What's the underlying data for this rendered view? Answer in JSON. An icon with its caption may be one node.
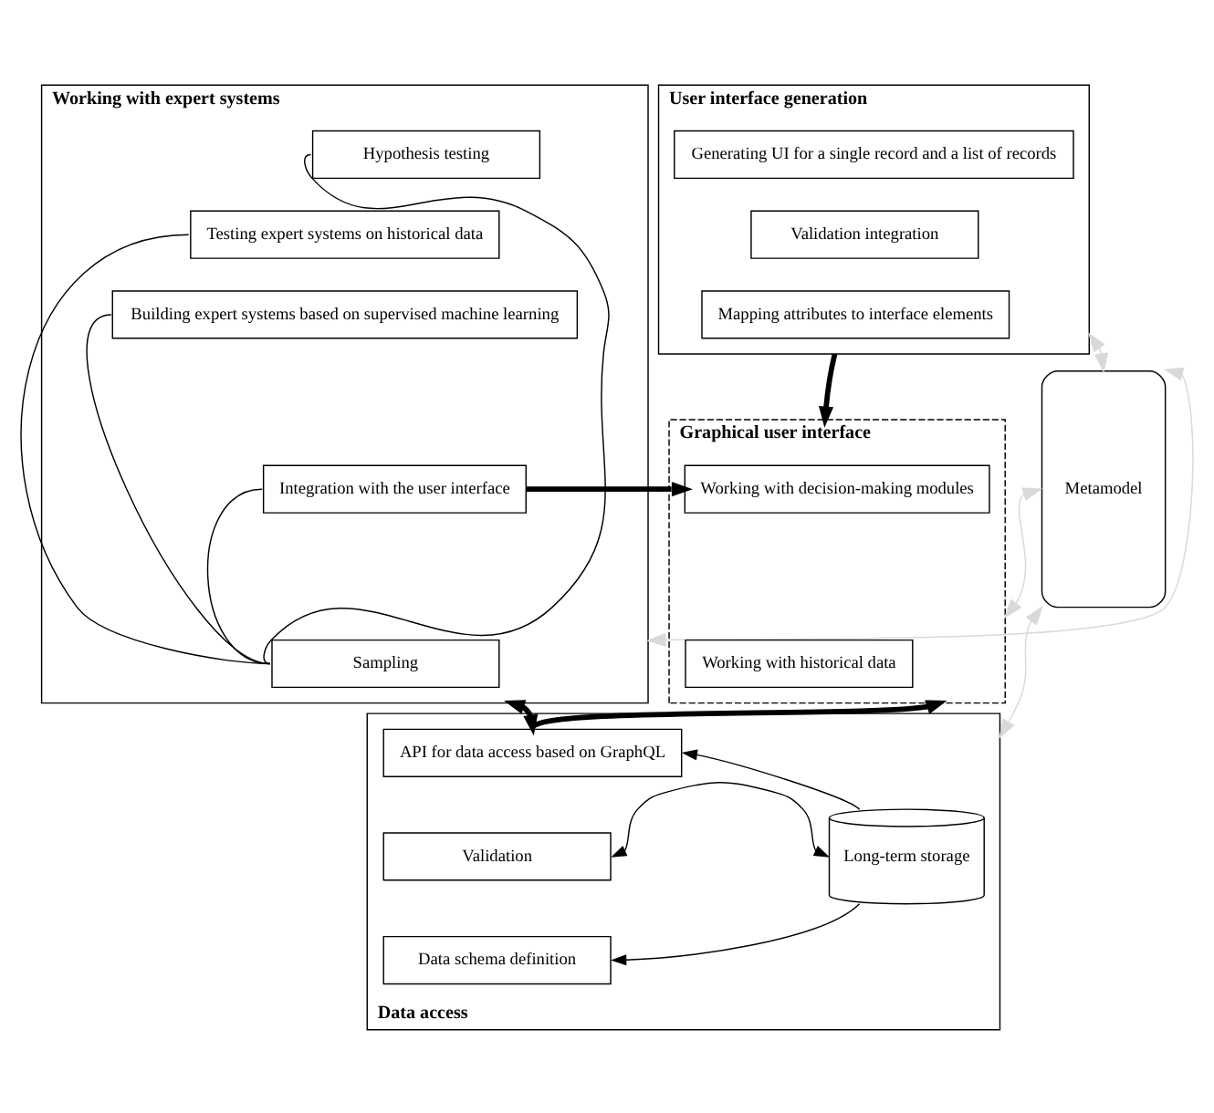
{
  "diagram": {
    "nodes": [
      {
        "text": [
          "Working with expert systems"
        ]
      },
      {
        "text": [
          "Hypothesis testing"
        ],
        "in": 0
      },
      {
        "text": [
          "Testing expert systems on historical data"
        ],
        "in": 0
      },
      {
        "text": [
          "Building expert systems based on supervised machine learning"
        ],
        "in": 0
      },
      {
        "text": [
          "Integration with the user interface"
        ],
        "in": 0
      },
      {
        "text": [
          "Sampling"
        ],
        "in": 0
      },
      {
        "text": [
          "User interface generation"
        ]
      },
      {
        "text": [
          "Generating UI for a single record and a list of records"
        ],
        "in": 6
      },
      {
        "text": [
          "Validation integration"
        ],
        "in": 6
      },
      {
        "text": [
          "Mapping attributes to interface elements"
        ],
        "in": 6
      },
      {
        "text": [
          "Graphical user interface"
        ]
      },
      {
        "text": [
          "Working with decision-making modules"
        ],
        "in": 10
      },
      {
        "text": [
          "Working with historical data"
        ],
        "in": 10
      },
      {
        "text": [
          "Data access"
        ]
      },
      {
        "text": [
          "API for data access based on GraphQL"
        ],
        "in": 13
      },
      {
        "text": [
          "Validation"
        ],
        "in": 13
      },
      {
        "text": [
          "Data schema definition"
        ],
        "in": 13
      },
      {
        "text": [
          "Long-term storage"
        ],
        "in": 13
      },
      {
        "text": [
          "Metamodel"
        ]
      }
    ],
    "edges": [
      {
        "from": 5,
        "to": 1,
        "arrow": "none"
      },
      {
        "from": 5,
        "to": 2,
        "arrow": "none"
      },
      {
        "from": 5,
        "to": 3,
        "arrow": "none"
      },
      {
        "from": 5,
        "to": 4,
        "arrow": "none"
      },
      {
        "from": 4,
        "to": 11,
        "arrow": "to",
        "style": "thick"
      },
      {
        "from": 6,
        "to": 10,
        "arrow": "to",
        "style": "thick"
      },
      {
        "from": 0,
        "to": 14,
        "arrow": "both",
        "style": "thick"
      },
      {
        "from": 14,
        "to": 10,
        "arrow": "to",
        "style": "thick"
      },
      {
        "from": 17,
        "to": 14,
        "arrow": "to"
      },
      {
        "from": 17,
        "to": 15,
        "arrow": "both"
      },
      {
        "from": 17,
        "to": 16,
        "arrow": "to"
      },
      {
        "from": 0,
        "to": 18,
        "arrow": "both",
        "color": "#d9d9d9"
      },
      {
        "from": 6,
        "to": 18,
        "arrow": "both",
        "color": "#d9d9d9"
      },
      {
        "from": 10,
        "to": 18,
        "arrow": "both",
        "color": "#d9d9d9"
      },
      {
        "from": 13,
        "to": 18,
        "arrow": "both",
        "color": "#d9d9d9"
      }
    ]
  }
}
